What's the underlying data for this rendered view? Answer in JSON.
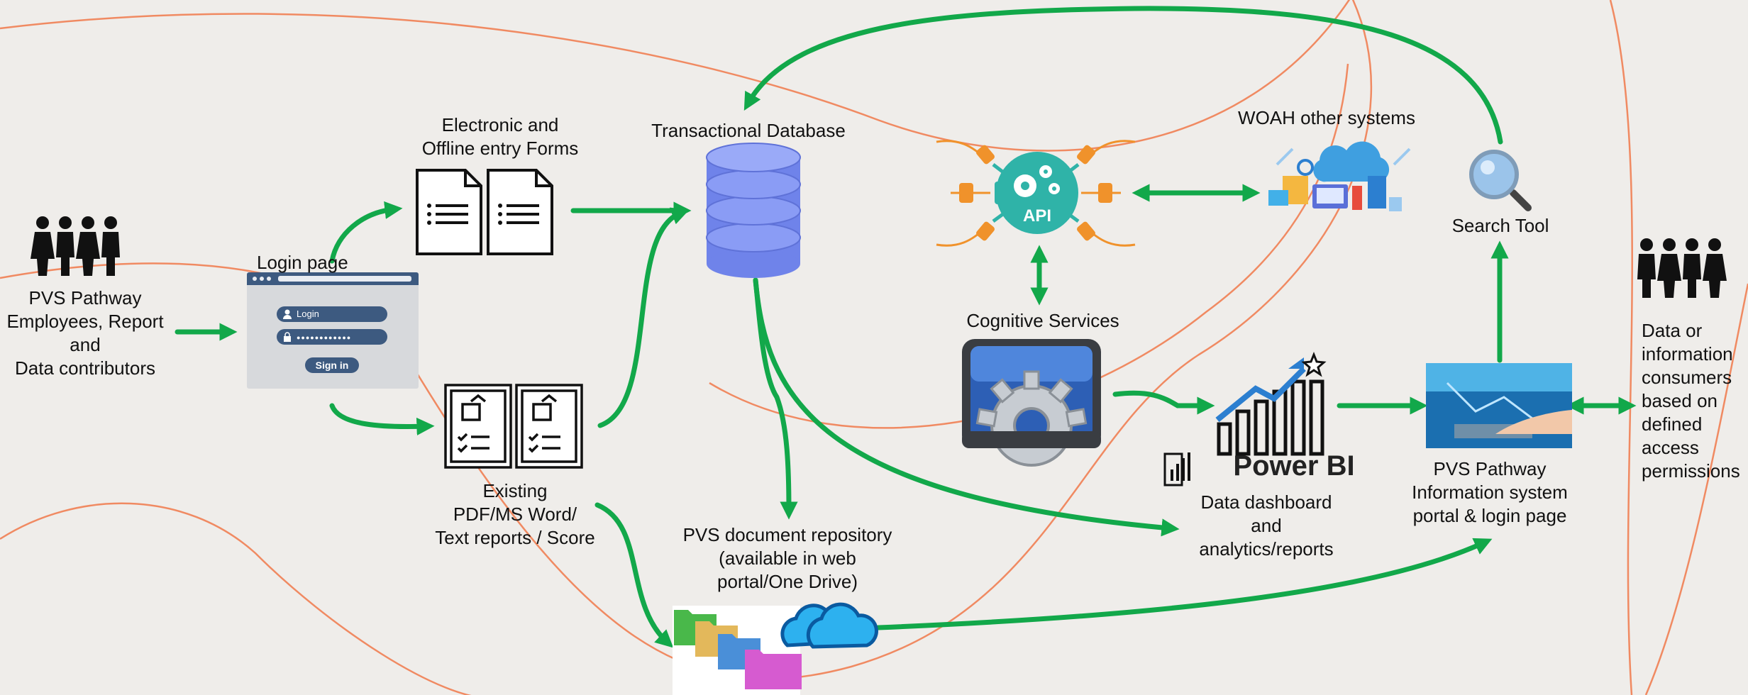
{
  "labels": {
    "contributors": [
      "PVS Pathway",
      "Employees, Report",
      "and",
      "Data contributors"
    ],
    "login_page": "Login page",
    "login_field": "Login",
    "password_field": "●●●●●●●●●●●●",
    "sign_in": "Sign in",
    "entry_forms": [
      "Electronic and",
      "Offline entry Forms"
    ],
    "existing_reports": [
      "Existing",
      "PDF/MS Word/",
      "Text reports / Score"
    ],
    "transactional_db": "Transactional Database",
    "document_repository": [
      "PVS document repository",
      "(available in web",
      "portal/One Drive)"
    ],
    "api": "API",
    "cognitive_services": "Cognitive Services",
    "woah_systems": "WOAH other systems",
    "search_tool": "Search Tool",
    "power_bi": "Power BI",
    "dashboard": [
      "Data dashboard",
      "and",
      "analytics/reports"
    ],
    "portal": [
      "PVS Pathway",
      "Information system",
      "portal & login page"
    ],
    "consumers": [
      "Data or",
      "information",
      "consumers",
      "based on",
      "defined",
      "access",
      "permissions"
    ]
  },
  "colors": {
    "background": "#efedea",
    "arrow": "#12a84a",
    "decor_curve": "#f08a62",
    "database": "#7b8ff0",
    "api": "#2fb3a8",
    "plug": "#f0922b",
    "login_nav": "#3d5a80"
  },
  "icons": [
    "people-group-icon",
    "login-window-icon",
    "form-document-icon",
    "report-document-icon",
    "database-icon",
    "api-hub-icon",
    "systems-cloud-icon",
    "magnifier-icon",
    "gear-icon",
    "growth-chart-icon",
    "laptop-icon",
    "folders-icon",
    "cloud-icon"
  ]
}
